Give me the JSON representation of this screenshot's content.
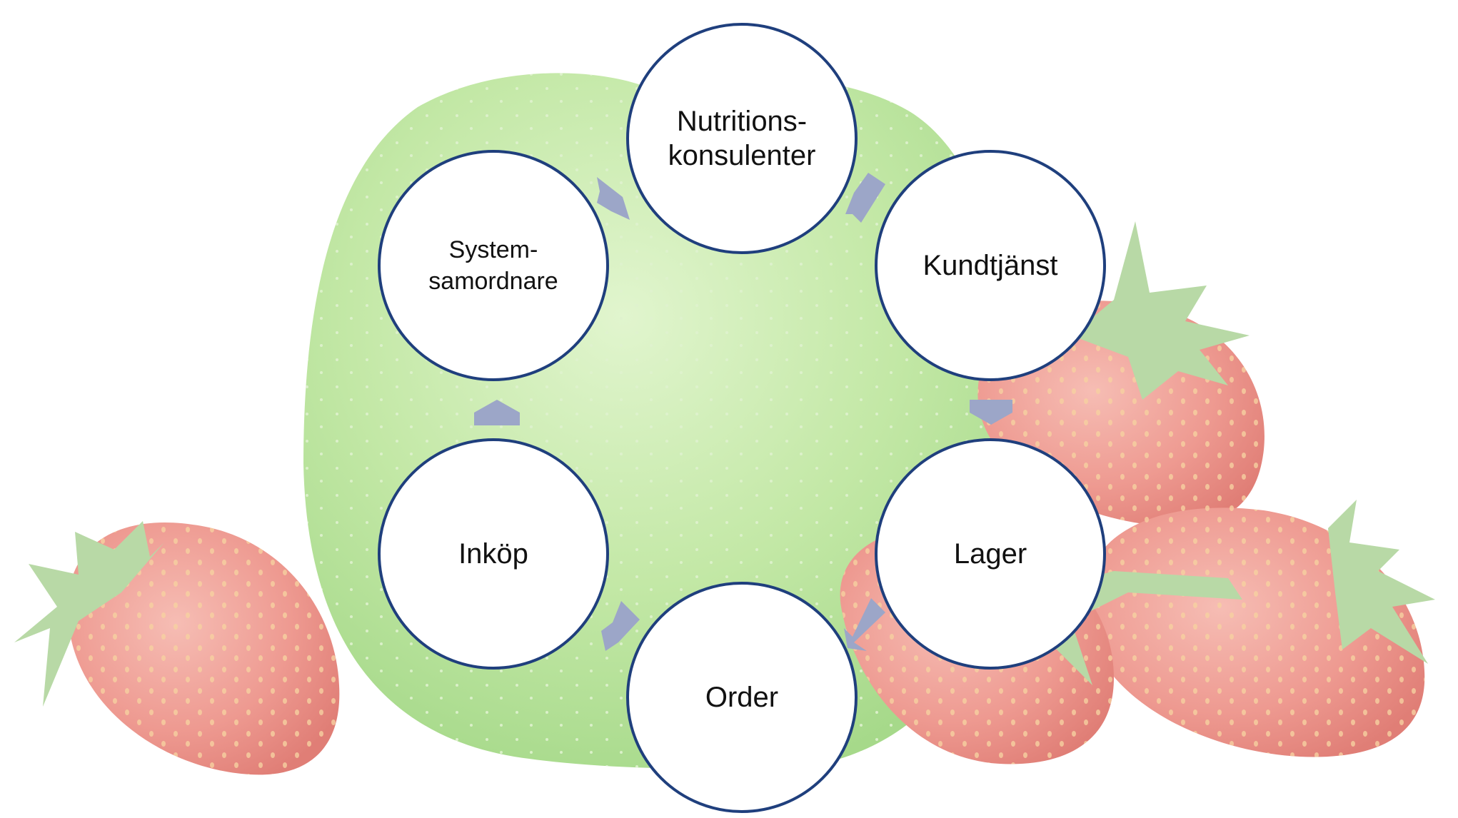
{
  "diagram": {
    "nodes": [
      {
        "id": "nutrition",
        "label": "Nutritions-\nkonsulenter"
      },
      {
        "id": "kundtjanst",
        "label": "Kundtjänst"
      },
      {
        "id": "lager",
        "label": "Lager"
      },
      {
        "id": "order",
        "label": "Order"
      },
      {
        "id": "inkop",
        "label": "Inköp"
      },
      {
        "id": "system",
        "label": "System-\nsamordnare"
      }
    ],
    "edges": [
      {
        "from": "nutrition",
        "to": "kundtjanst"
      },
      {
        "from": "kundtjanst",
        "to": "lager"
      },
      {
        "from": "lager",
        "to": "order"
      },
      {
        "from": "order",
        "to": "inkop"
      },
      {
        "from": "inkop",
        "to": "system"
      },
      {
        "from": "system",
        "to": "nutrition"
      }
    ]
  },
  "colors": {
    "node_border": "#1f3f7d",
    "node_fill": "#ffffff",
    "arrow": "#9ca6c8",
    "apple": "#b9e29f",
    "strawberry": "#ef9b95",
    "leaf": "#b8d9a6"
  }
}
